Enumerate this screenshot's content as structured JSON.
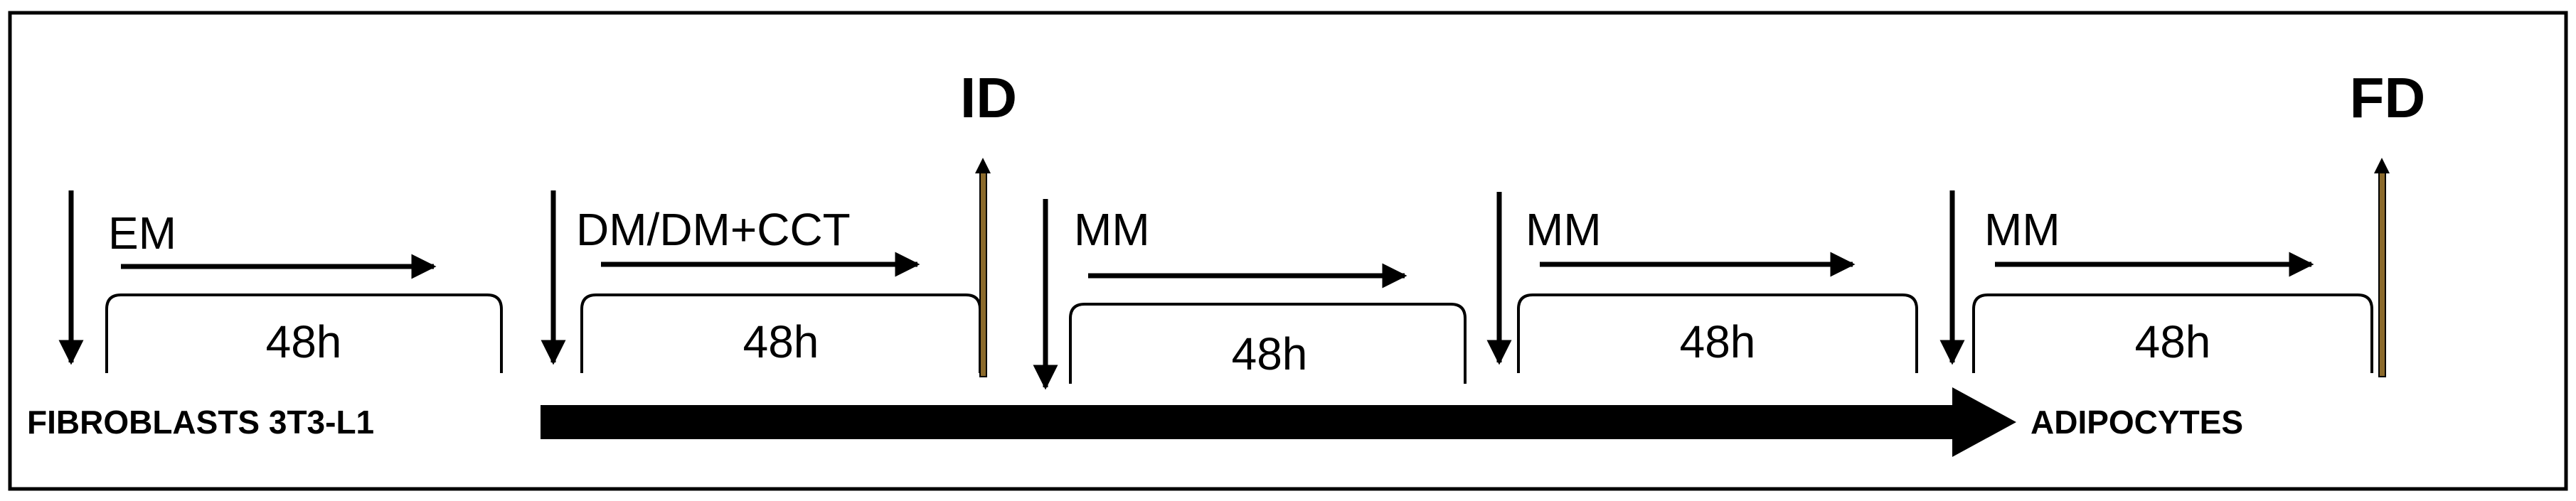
{
  "diagram": {
    "start_label": "FIBROBLASTS 3T3-L1",
    "end_label": "ADIPOCYTES",
    "colors": {
      "stroke": "#000000",
      "marker_bar": "#8B6A2B",
      "background": "#ffffff"
    },
    "stages": [
      {
        "medium": "EM",
        "duration": "48h"
      },
      {
        "medium": "DM/DM+CCT",
        "duration": "48h",
        "marker": "ID"
      },
      {
        "medium": "MM",
        "duration": "48h"
      },
      {
        "medium": "MM",
        "duration": "48h"
      },
      {
        "medium": "MM",
        "duration": "48h",
        "marker": "FD"
      }
    ]
  }
}
